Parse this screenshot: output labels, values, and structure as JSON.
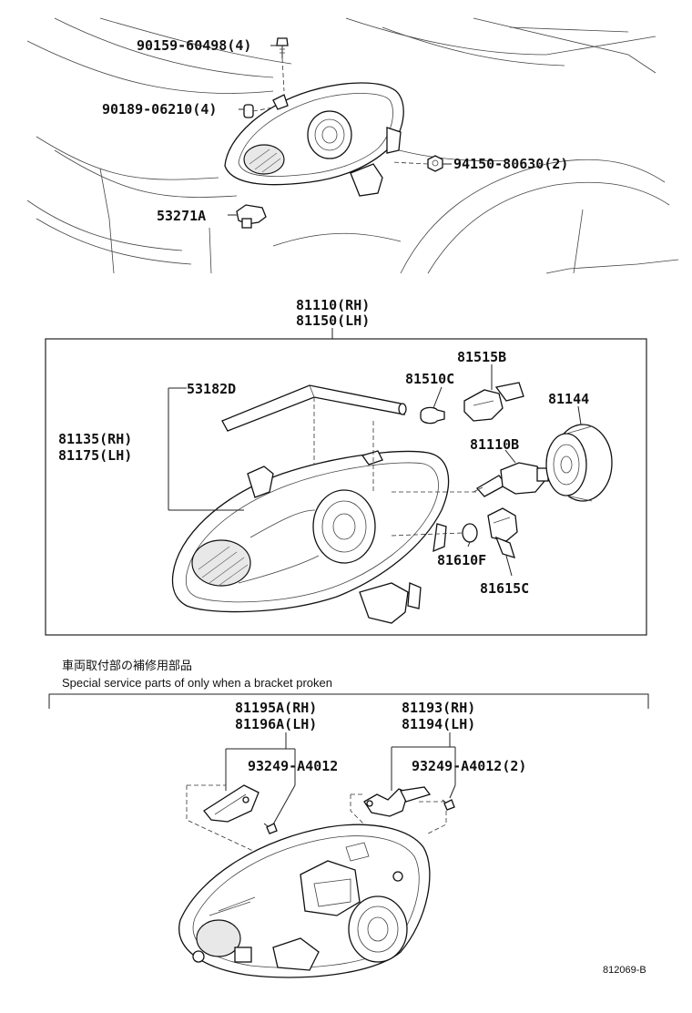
{
  "callouts": {
    "bolt": "90159-60498(4)",
    "clip": "90189-06210(4)",
    "nut": "94150-80630(2)",
    "bracket_sensor": "53271A",
    "assy_rh": "81110(RH)",
    "assy_lh": "81150(LH)",
    "gasket": "53182D",
    "bulb_socket": "81515B",
    "bulb_small": "81510C",
    "cover": "81144",
    "housing_rh": "81135(RH)",
    "housing_lh": "81175(LH)",
    "hid_bulb": "81110B",
    "bulb_side": "81610F",
    "socket_side": "81615C",
    "bracket_a_rh": "81195A(RH)",
    "bracket_a_lh": "81196A(LH)",
    "bracket_b_rh": "81193(RH)",
    "bracket_b_lh": "81194(LH)",
    "screw_a": "93249-A4012",
    "screw_b": "93249-A4012(2)"
  },
  "notes": {
    "japanese": "車両取付部の補修用部品",
    "english": "Special service parts of only when a bracket proken"
  },
  "figure_id": "812069-B"
}
